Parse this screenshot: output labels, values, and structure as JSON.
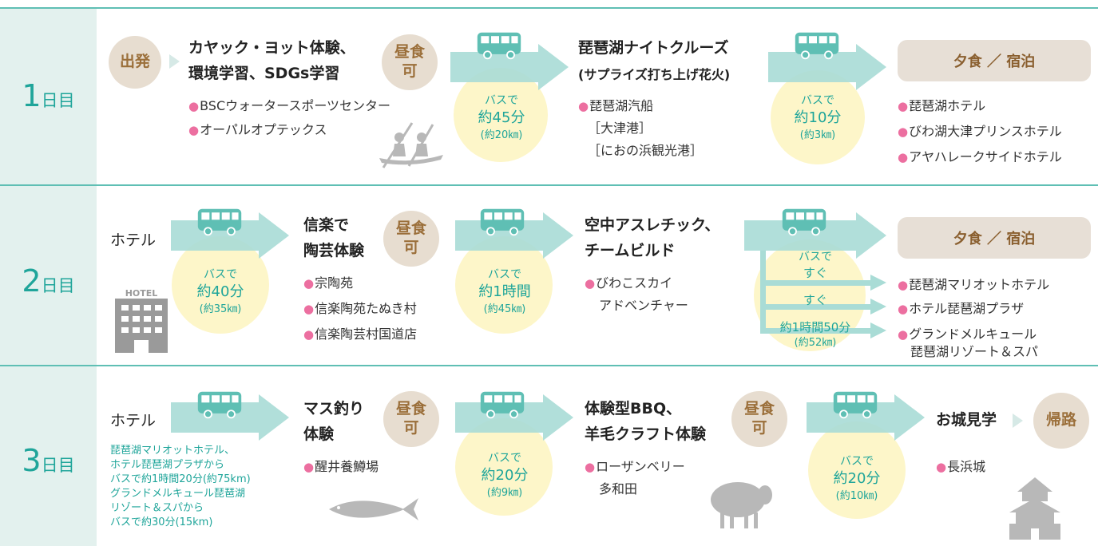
{
  "colors": {
    "teal": "#1fa59a",
    "beige": "#e7ddd0",
    "pink": "#ec6fa0",
    "yellow": "#fdf6c9",
    "arrow": "#a9dcd6"
  },
  "days": [
    {
      "num": "1",
      "unit": "日目",
      "start": "出発",
      "act1": {
        "line1": "カヤック・ヨット体験、",
        "line2": "環境学習、SDGs学習",
        "spots": [
          "BSCウォータースポーツセンター",
          "オーパルオプテックス"
        ]
      },
      "lunch1": {
        "l1": "昼食",
        "l2": "可"
      },
      "bus1": {
        "a": "バスで",
        "b": "約45分",
        "c": "(約20㎞)"
      },
      "act2": {
        "line1": "琵琶湖ナイトクルーズ",
        "line2": "(サプライズ打ち上げ花火)",
        "spots": [
          "琵琶湖汽船",
          "［大津港］",
          "［におの浜観光港］"
        ]
      },
      "bus2": {
        "a": "バスで",
        "b": "約10分",
        "c": "(約3㎞)"
      },
      "dinner": "夕食 ／ 宿泊",
      "hotels": [
        "琵琶湖ホテル",
        "びわ湖大津プリンスホテル",
        "アヤハレークサイドホテル"
      ]
    },
    {
      "num": "2",
      "unit": "日目",
      "start": "ホテル",
      "hotel_sign": "HOTEL",
      "bus1": {
        "a": "バスで",
        "b": "約40分",
        "c": "(約35㎞)"
      },
      "act1": {
        "line1": "信楽で",
        "line2": "陶芸体験",
        "spots": [
          "宗陶苑",
          "信楽陶苑たぬき村",
          "信楽陶芸村国道店"
        ]
      },
      "lunch1": {
        "l1": "昼食",
        "l2": "可"
      },
      "bus2": {
        "a": "バスで",
        "b": "約1時間",
        "c": "(約45㎞)"
      },
      "act2": {
        "line1": "空中アスレチック、",
        "line2": "チームビルド",
        "spots": [
          "びわこスカイ",
          "アドベンチャー"
        ]
      },
      "bus3": {
        "a": "バスで",
        "b": "すぐ",
        "b2": "すぐ",
        "b3": "約1時間50分",
        "c": "(約52㎞)"
      },
      "dinner": "夕食 ／ 宿泊",
      "hotels": [
        "琵琶湖マリオットホテル",
        "ホテル琵琶湖プラザ",
        "グランドメルキュール",
        "琵琶湖リゾート＆スパ"
      ]
    },
    {
      "num": "3",
      "unit": "日目",
      "start": "ホテル",
      "note": [
        "琵琶湖マリオットホテル、",
        "ホテル琵琶湖プラザから",
        "バスで約1時間20分(約75km)",
        "グランドメルキュール琵琶湖",
        "リゾート＆スパから",
        "バスで約30分(15km)"
      ],
      "act1": {
        "line1": "マス釣り",
        "line2": "体験",
        "spots": [
          "醒井養鱒場"
        ]
      },
      "lunch1": {
        "l1": "昼食",
        "l2": "可"
      },
      "bus1": {
        "a": "バスで",
        "b": "約20分",
        "c": "(約9㎞)"
      },
      "act2": {
        "line1": "体験型BBQ、",
        "line2": "羊毛クラフト体験",
        "spots": [
          "ローザンベリー",
          "多和田"
        ]
      },
      "lunch2": {
        "l1": "昼食",
        "l2": "可"
      },
      "bus2": {
        "a": "バスで",
        "b": "約20分",
        "c": "(約10㎞)"
      },
      "castle": "お城見学",
      "end": "帰路",
      "spots3": [
        "長浜城"
      ]
    }
  ]
}
